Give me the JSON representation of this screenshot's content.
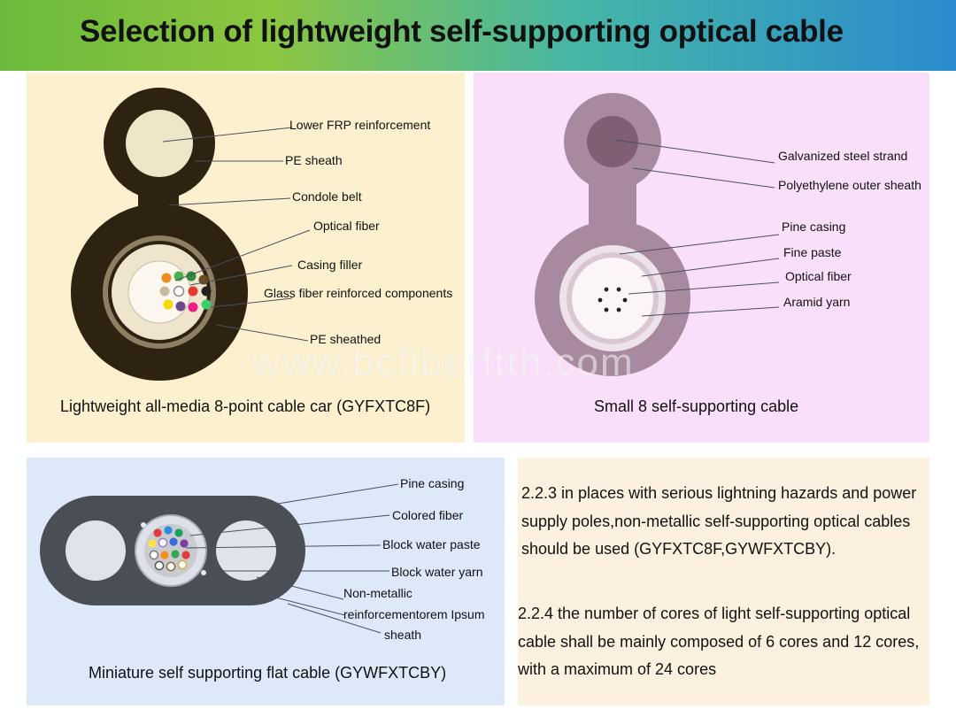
{
  "title": "Selection of lightweight self-supporting optical cable",
  "watermark": "www.bcfiberftth.com",
  "panels": {
    "gyfxtc8f": {
      "caption": "Lightweight all-media 8-point cable car (GYFXTC8F)",
      "labels": [
        "Lower FRP reinforcement",
        "PE sheath",
        "Condole belt",
        "Optical fiber",
        "Casing filler",
        "Glass fiber reinforced components",
        "PE sheathed"
      ]
    },
    "small8": {
      "caption": "Small 8 self-supporting cable",
      "labels": [
        "Galvanized steel strand",
        "Polyethylene outer sheath",
        "Pine casing",
        "Fine paste",
        "Optical fiber",
        "Aramid yarn"
      ]
    },
    "flat": {
      "caption": "Miniature self supporting flat cable (GYWFXTCBY)",
      "labels": [
        "Pine casing",
        "Colored fiber",
        "Block water paste",
        "Block water yarn",
        "Non-metallic",
        "reinforcementorem Ipsum",
        "sheath"
      ]
    },
    "text": {
      "para1": "2.2.3 in places with serious lightning hazards and power supply poles,non-metallic self-supporting optical cables should be used (GYFXTC8F,GYWFXTCBY).",
      "para2": "2.2.4 the number of cores of light self-supporting optical cable shall be mainly composed of 6 cores and 12 cores, with a maximum of 24 cores"
    }
  },
  "colors": {
    "cable_brown": "#2e2210",
    "panel1_bg": "#fcf0cf",
    "panel2_bg": "#f9dff9",
    "panel3_bg": "#dde8f8",
    "panel4_bg": "#fcf1de",
    "mauve": "#a88aa0",
    "flat_gray": "#4a4f55"
  }
}
